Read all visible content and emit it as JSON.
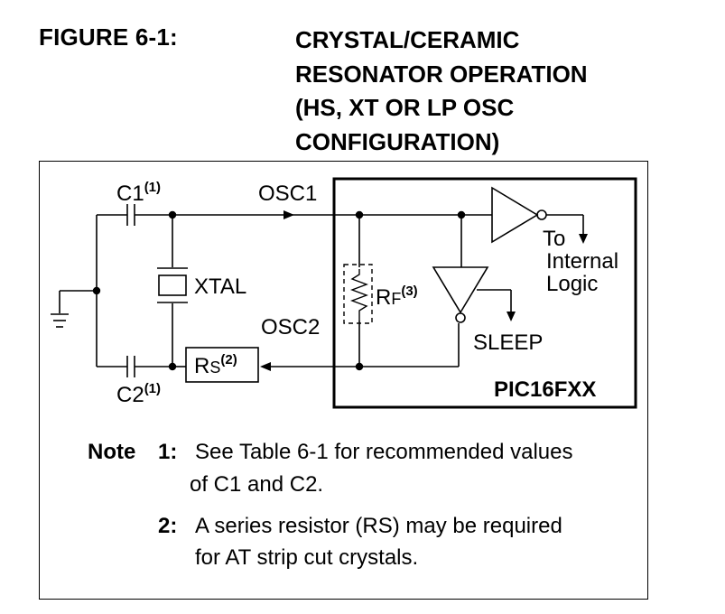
{
  "figure": {
    "label": "FIGURE 6-1:",
    "title_lines": [
      "CRYSTAL/CERAMIC",
      "RESONATOR OPERATION",
      "(HS, XT OR LP OSC",
      "CONFIGURATION)"
    ]
  },
  "schematic": {
    "c1": "C1",
    "c1_note": "(1)",
    "c2": "C2",
    "c2_note": "(1)",
    "osc1": "OSC1",
    "osc2": "OSC2",
    "xtal": "XTAL",
    "rs_main": "R",
    "rs_sub": "S",
    "rs_note": "(2)",
    "rf_main": "R",
    "rf_sub": "F",
    "rf_note": "(3)",
    "to_internal_lines": [
      "To",
      "Internal",
      "Logic"
    ],
    "sleep": "SLEEP",
    "chip": "PIC16FXX"
  },
  "notes": {
    "heading": "Note",
    "items": [
      {
        "num": "1:",
        "lines": [
          "See Table 6-1 for recommended values",
          "of C1 and C2."
        ]
      },
      {
        "num": "2:",
        "lines": [
          "A series resistor (RS) may be required",
          "for AT strip cut crystals."
        ]
      }
    ]
  }
}
